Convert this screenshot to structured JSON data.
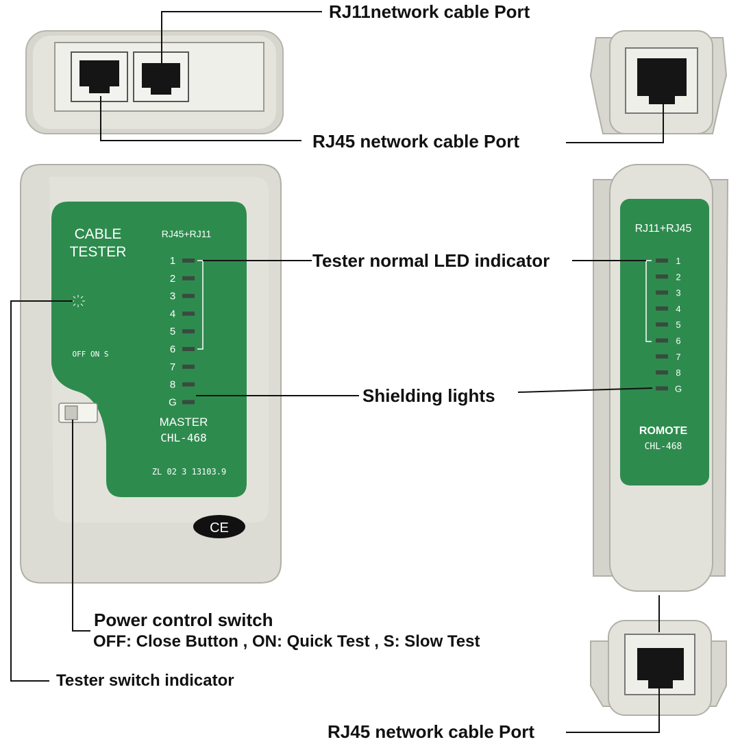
{
  "colors": {
    "panel_green": "#2e8b4e",
    "body_grey": "#dcdcd4",
    "text_white": "#ffffff",
    "label_black": "#111111"
  },
  "callouts": {
    "rj11_port": "RJ11network cable Port",
    "rj45_port_top": "RJ45 network cable Port",
    "led_indicator": "Tester normal LED indicator",
    "shielding": "Shielding lights",
    "power_title": "Power control switch",
    "power_desc": "OFF: Close Button , ON: Quick Test , S: Slow Test",
    "switch_indicator": "Tester switch indicator",
    "rj45_port_bottom": "RJ45 network cable Port"
  },
  "master": {
    "title_line1": "CABLE",
    "title_line2": "TESTER",
    "port_label": "RJ45+RJ11",
    "switch_label": "OFF ON S",
    "model_line1": "MASTER",
    "model_line2": "CHL-468",
    "serial": "ZL 02 3 13103.9",
    "led_numbers": [
      "1",
      "2",
      "3",
      "4",
      "5",
      "6",
      "7",
      "8",
      "G"
    ],
    "ce_mark": "CE"
  },
  "remote": {
    "port_label": "RJ11+RJ45",
    "led_numbers": [
      "1",
      "2",
      "3",
      "4",
      "5",
      "6",
      "7",
      "8",
      "G"
    ],
    "model_line1": "ROMOTE",
    "model_line2": "CHL-468"
  }
}
